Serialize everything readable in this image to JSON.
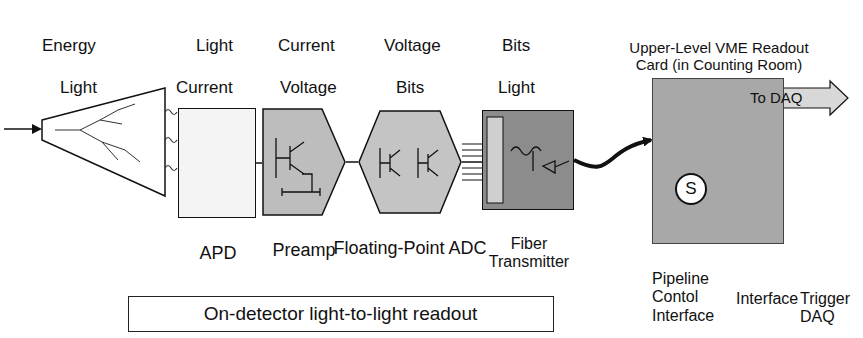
{
  "diagram": {
    "nodes": [
      {
        "text": [
          "APD"
        ]
      },
      {
        "text": [
          "Preamp"
        ]
      },
      {
        "text": [
          "Floating-Point ADC"
        ]
      },
      {
        "text": [
          "Fiber Transmitter"
        ]
      },
      {
        "text": [
          "Upper-Level VME Readout Card (in Counting Room)"
        ]
      },
      {
        "text": [
          "S"
        ],
        "in": 4
      },
      {
        "text": [
          "On-detector light-to-light readout"
        ]
      }
    ],
    "edges": [
      {
        "from": 0,
        "to": 1,
        "arrow": "none"
      },
      {
        "from": 1,
        "to": 2,
        "arrow": "none"
      },
      {
        "from": 2,
        "to": 3,
        "arrow": "none"
      },
      {
        "from": 3,
        "to": 4,
        "arrow": "to"
      }
    ],
    "labels": [
      "Energy",
      "Light",
      "Current",
      "Voltage",
      "Bits",
      "Light",
      "Current",
      "Voltage",
      "Bits",
      "Light",
      "To DAQ",
      "Pipeline Contol Interface",
      "Interface",
      "Trigger DAQ"
    ]
  }
}
